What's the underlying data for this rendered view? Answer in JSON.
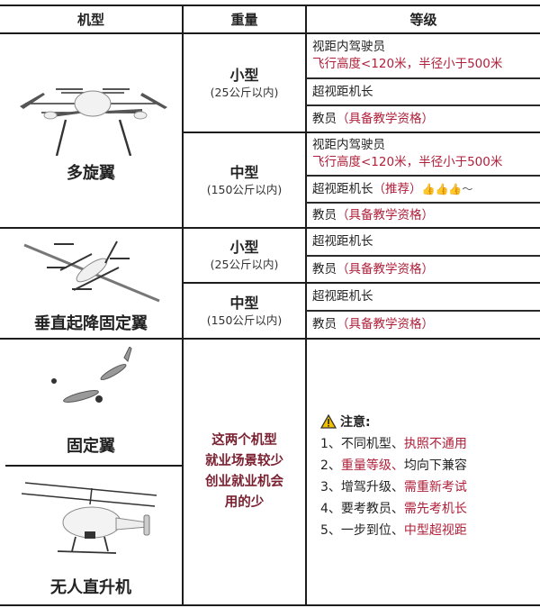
{
  "header": {
    "col_type": "机型",
    "col_weight": "重量",
    "col_level": "等级"
  },
  "aircraft": [
    {
      "name": "多旋翼",
      "icon": "multirotor-drone-image",
      "weights": [
        {
          "main": "小型",
          "sub": "(25公斤以内)",
          "levels": [
            {
              "text": "视距内驾驶员",
              "note": "飞行高度<120米，半径小于500米"
            },
            {
              "text": "超视距机长"
            },
            {
              "text": "教员",
              "note": "（具备教学资格）"
            }
          ]
        },
        {
          "main": "中型",
          "sub": "(150公斤以内)",
          "levels": [
            {
              "text": "视距内驾驶员",
              "note": "飞行高度<120米，半径小于500米"
            },
            {
              "text": "超视距机长",
              "note": "（推荐）",
              "emoji": "👍👍👍～"
            },
            {
              "text": "教员",
              "note": "（具备教学资格）"
            }
          ]
        }
      ]
    },
    {
      "name": "垂直起降固定翼",
      "icon": "vtol-fixed-wing-image",
      "weights": [
        {
          "main": "小型",
          "sub": "(25公斤以内)",
          "levels": [
            {
              "text": "超视距机长"
            },
            {
              "text": "教员",
              "note": "（具备教学资格）"
            }
          ]
        },
        {
          "main": "中型",
          "sub": "(150公斤以内)",
          "levels": [
            {
              "text": "超视距机长"
            },
            {
              "text": "教员",
              "note": "（具备教学资格）"
            }
          ]
        }
      ]
    },
    {
      "name": "固定翼",
      "icon": "fixed-wing-image"
    },
    {
      "name": "无人直升机",
      "icon": "helicopter-image"
    }
  ],
  "bottom_weight_note": [
    "这两个机型",
    "就业场景较少",
    "创业就业机会",
    "用的少"
  ],
  "notice": {
    "title": "注意:",
    "icon": "warning-icon",
    "items": [
      {
        "num": "1、",
        "a": "不同机型、",
        "b": "执照不通用"
      },
      {
        "num": "2、",
        "a": "重量等级、",
        "b": "均向下兼容"
      },
      {
        "num": "3、",
        "a": "增驾升级、",
        "b": "需重新考试"
      },
      {
        "num": "4、",
        "a": "要考教员、",
        "b": "需先考机长"
      },
      {
        "num": "5、",
        "a": "一步到位、",
        "b": "中型超视距"
      }
    ]
  },
  "colors": {
    "line": "#1c1c1c",
    "accent_red": "#b0203a",
    "text": "#222222"
  }
}
